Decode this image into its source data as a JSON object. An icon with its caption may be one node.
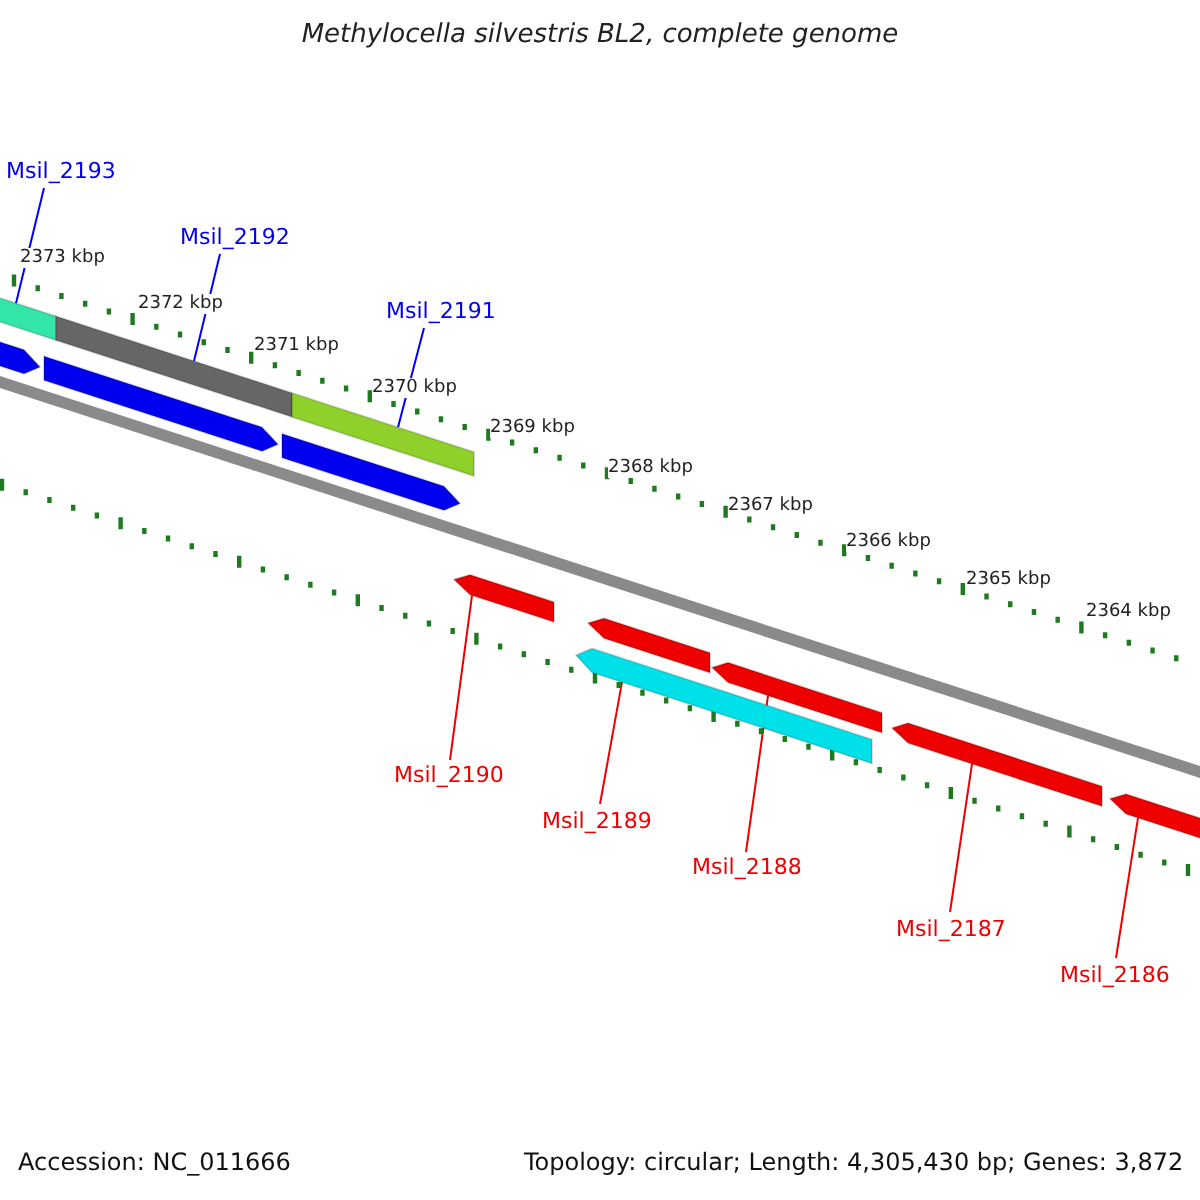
{
  "diagram": {
    "title": "Methylocella silvestris BL2, complete genome",
    "nodes": [
      {
        "text": [
          "Msil_2193"
        ]
      },
      {
        "text": [
          "Msil_2192"
        ]
      },
      {
        "text": [
          "Msil_2191"
        ]
      },
      {
        "text": [
          "Msil_2190"
        ]
      },
      {
        "text": [
          "Msil_2189"
        ]
      },
      {
        "text": [
          "Msil_2188"
        ]
      },
      {
        "text": [
          "Msil_2187"
        ]
      },
      {
        "text": [
          "Msil_2186"
        ]
      },
      {
        "text": [],
        "shape": "bar"
      },
      {
        "text": [],
        "shape": "bar"
      },
      {
        "text": [],
        "shape": "bar"
      },
      {
        "text": [],
        "shape": "bar"
      },
      {
        "text": [],
        "shape": "bar"
      },
      {
        "text": [],
        "shape": "bar"
      },
      {
        "text": [],
        "shape": "bar"
      },
      {
        "text": [],
        "shape": "bar"
      },
      {
        "text": [],
        "shape": "bar"
      },
      {
        "text": [],
        "shape": "bar"
      },
      {
        "text": [],
        "shape": "bar"
      },
      {
        "text": [],
        "shape": "bar"
      }
    ],
    "edges": [
      {
        "from": 0,
        "to": 8,
        "arrow": "none",
        "color": "#0000ff"
      },
      {
        "from": 1,
        "to": 9,
        "arrow": "none",
        "color": "#0000ff"
      },
      {
        "from": 2,
        "to": 10,
        "arrow": "none",
        "color": "#0000ff"
      },
      {
        "from": 3,
        "to": 11,
        "arrow": "none"
      },
      {
        "from": 4,
        "to": 12,
        "arrow": "none"
      },
      {
        "from": 5,
        "to": 13,
        "arrow": "none"
      },
      {
        "from": 6,
        "to": 14,
        "arrow": "none"
      },
      {
        "from": 7,
        "to": 15,
        "arrow": "none"
      }
    ],
    "labels": [
      "2373 kbp",
      "2372 kbp",
      "2371 kbp",
      "2370 kbp",
      "2369 kbp",
      "2368 kbp",
      "2367 kbp",
      "2366 kbp",
      "2365 kbp",
      "2364 kbp",
      "Accession: NC_011666",
      "Topology: circular; Length: 4,305,430 bp; Genes: 3,872"
    ]
  }
}
